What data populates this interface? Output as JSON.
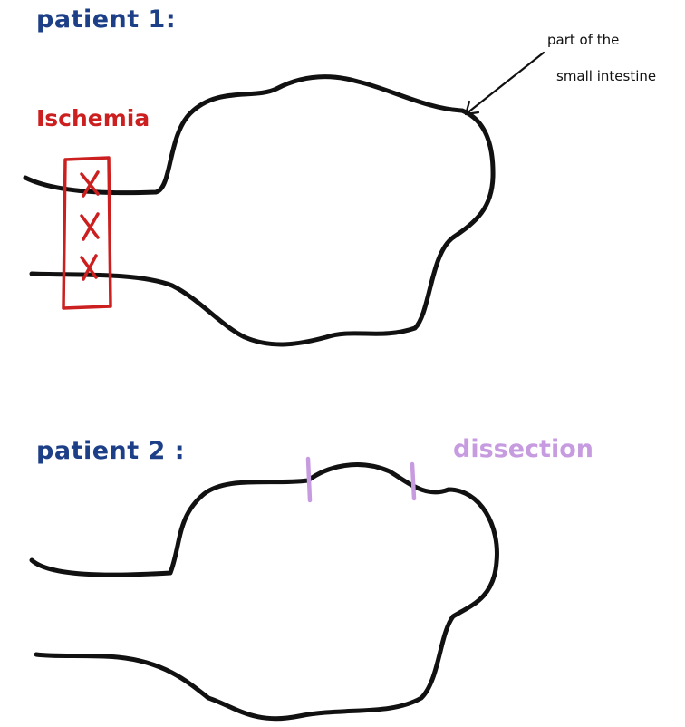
{
  "patient1": {
    "title": "patient 1:",
    "pathology_label": "Ischemia",
    "annotation_line1": "part of the",
    "annotation_line2": "small intestine",
    "marks": [
      "X",
      "X",
      "X"
    ]
  },
  "patient2": {
    "title": "patient 2 :",
    "procedure_label": "dissection"
  },
  "colors": {
    "outline": "#111111",
    "title": "#1c3f87",
    "ischemia": "#cc1f1f",
    "dissection": "#c79be0"
  }
}
